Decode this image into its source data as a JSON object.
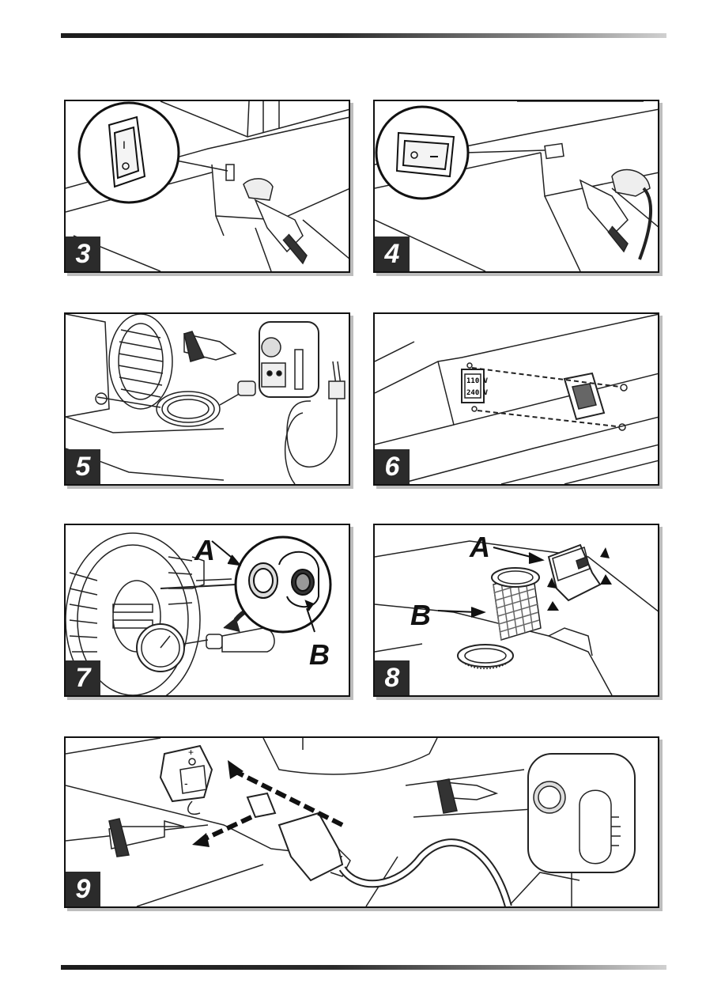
{
  "steps": [
    {
      "number": "3"
    },
    {
      "number": "4"
    },
    {
      "number": "5"
    },
    {
      "number": "6",
      "voltage_labels": [
        "110 V",
        "240 V"
      ]
    },
    {
      "number": "7",
      "labels": [
        "A",
        "B"
      ]
    },
    {
      "number": "8",
      "labels": [
        "A",
        "B"
      ]
    },
    {
      "number": "9"
    }
  ],
  "switch_marks": {
    "on": "I",
    "off": "O"
  },
  "plug_marks": {
    "plus": "+",
    "minus": "-"
  }
}
